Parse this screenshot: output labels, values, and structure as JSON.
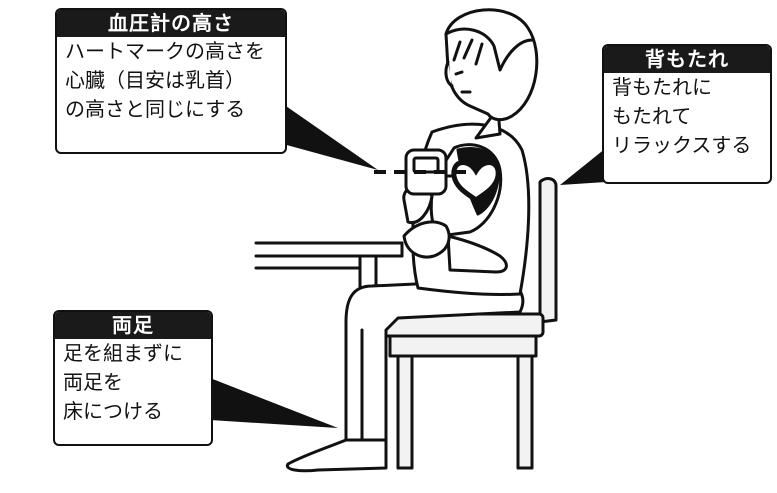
{
  "callouts": {
    "cuff_height": {
      "title": "血圧計の高さ",
      "lines": [
        "ハートマークの高さを",
        "心臓（目安は乳首）",
        "の高さと同じにする"
      ]
    },
    "backrest": {
      "title": "背もたれ",
      "lines": [
        "背もたれに",
        "もたれて",
        "リラックスする"
      ]
    },
    "feet": {
      "title": "両足",
      "lines": [
        "足を組まずに",
        "両足を",
        "床につける"
      ]
    }
  },
  "colors": {
    "ink": "#111111",
    "label_bg": "#1a1a1a",
    "label_text": "#ffffff",
    "chair_fill": "#f2f2f2"
  }
}
